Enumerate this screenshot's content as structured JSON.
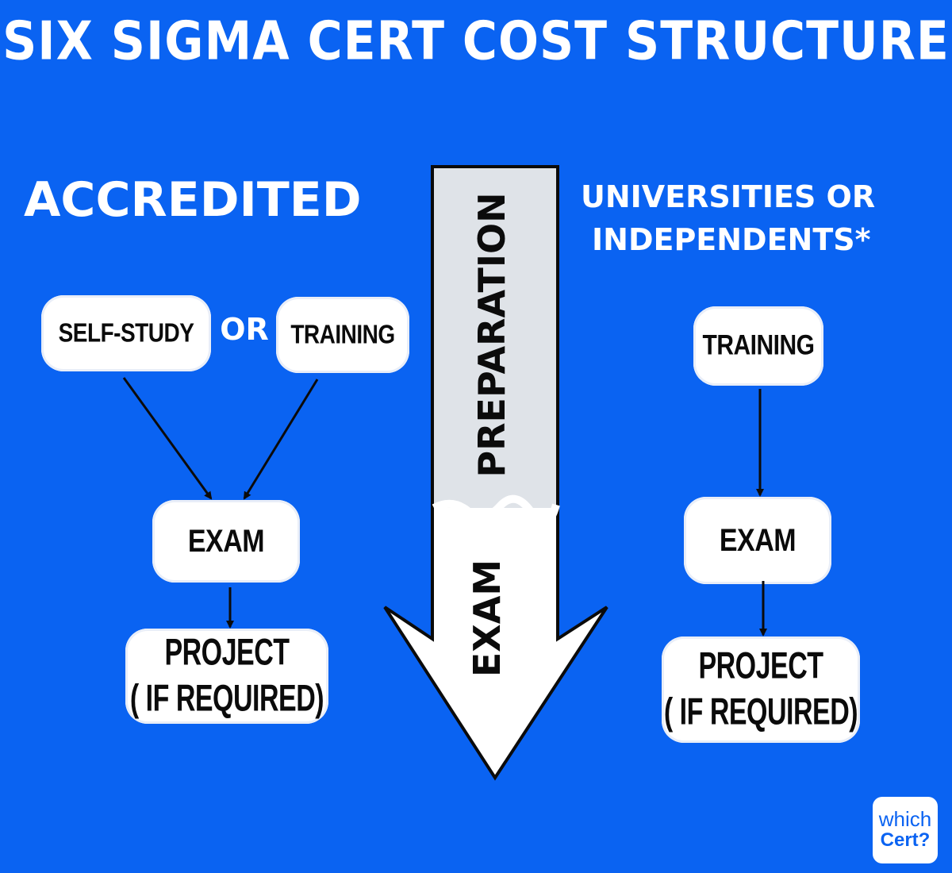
{
  "title": "SIX SIGMA CERT COST STRUCTURE",
  "accredited": {
    "heading": "ACCREDITED",
    "self_study": "SELF-STUDY",
    "or": "OR",
    "training": "TRAINING",
    "exam": "EXAM",
    "project_line1": "PROJECT",
    "project_line2": "( IF REQUIRED)"
  },
  "central_arrow": {
    "preparation": "PREPARATION",
    "exam": "EXAM"
  },
  "universities": {
    "heading_line1": "UNIVERSITIES OR",
    "heading_line2": "INDEPENDENTS*",
    "training": "TRAINING",
    "exam": "EXAM",
    "project_line1": "PROJECT",
    "project_line2": "( IF REQUIRED)"
  },
  "logo": {
    "line1": "which",
    "line2": "Cert?"
  },
  "colors": {
    "background": "#0a63f2",
    "box": "#ffffff",
    "preparation_fill": "#dfe3e8",
    "text_dark": "#0b0b0b"
  }
}
